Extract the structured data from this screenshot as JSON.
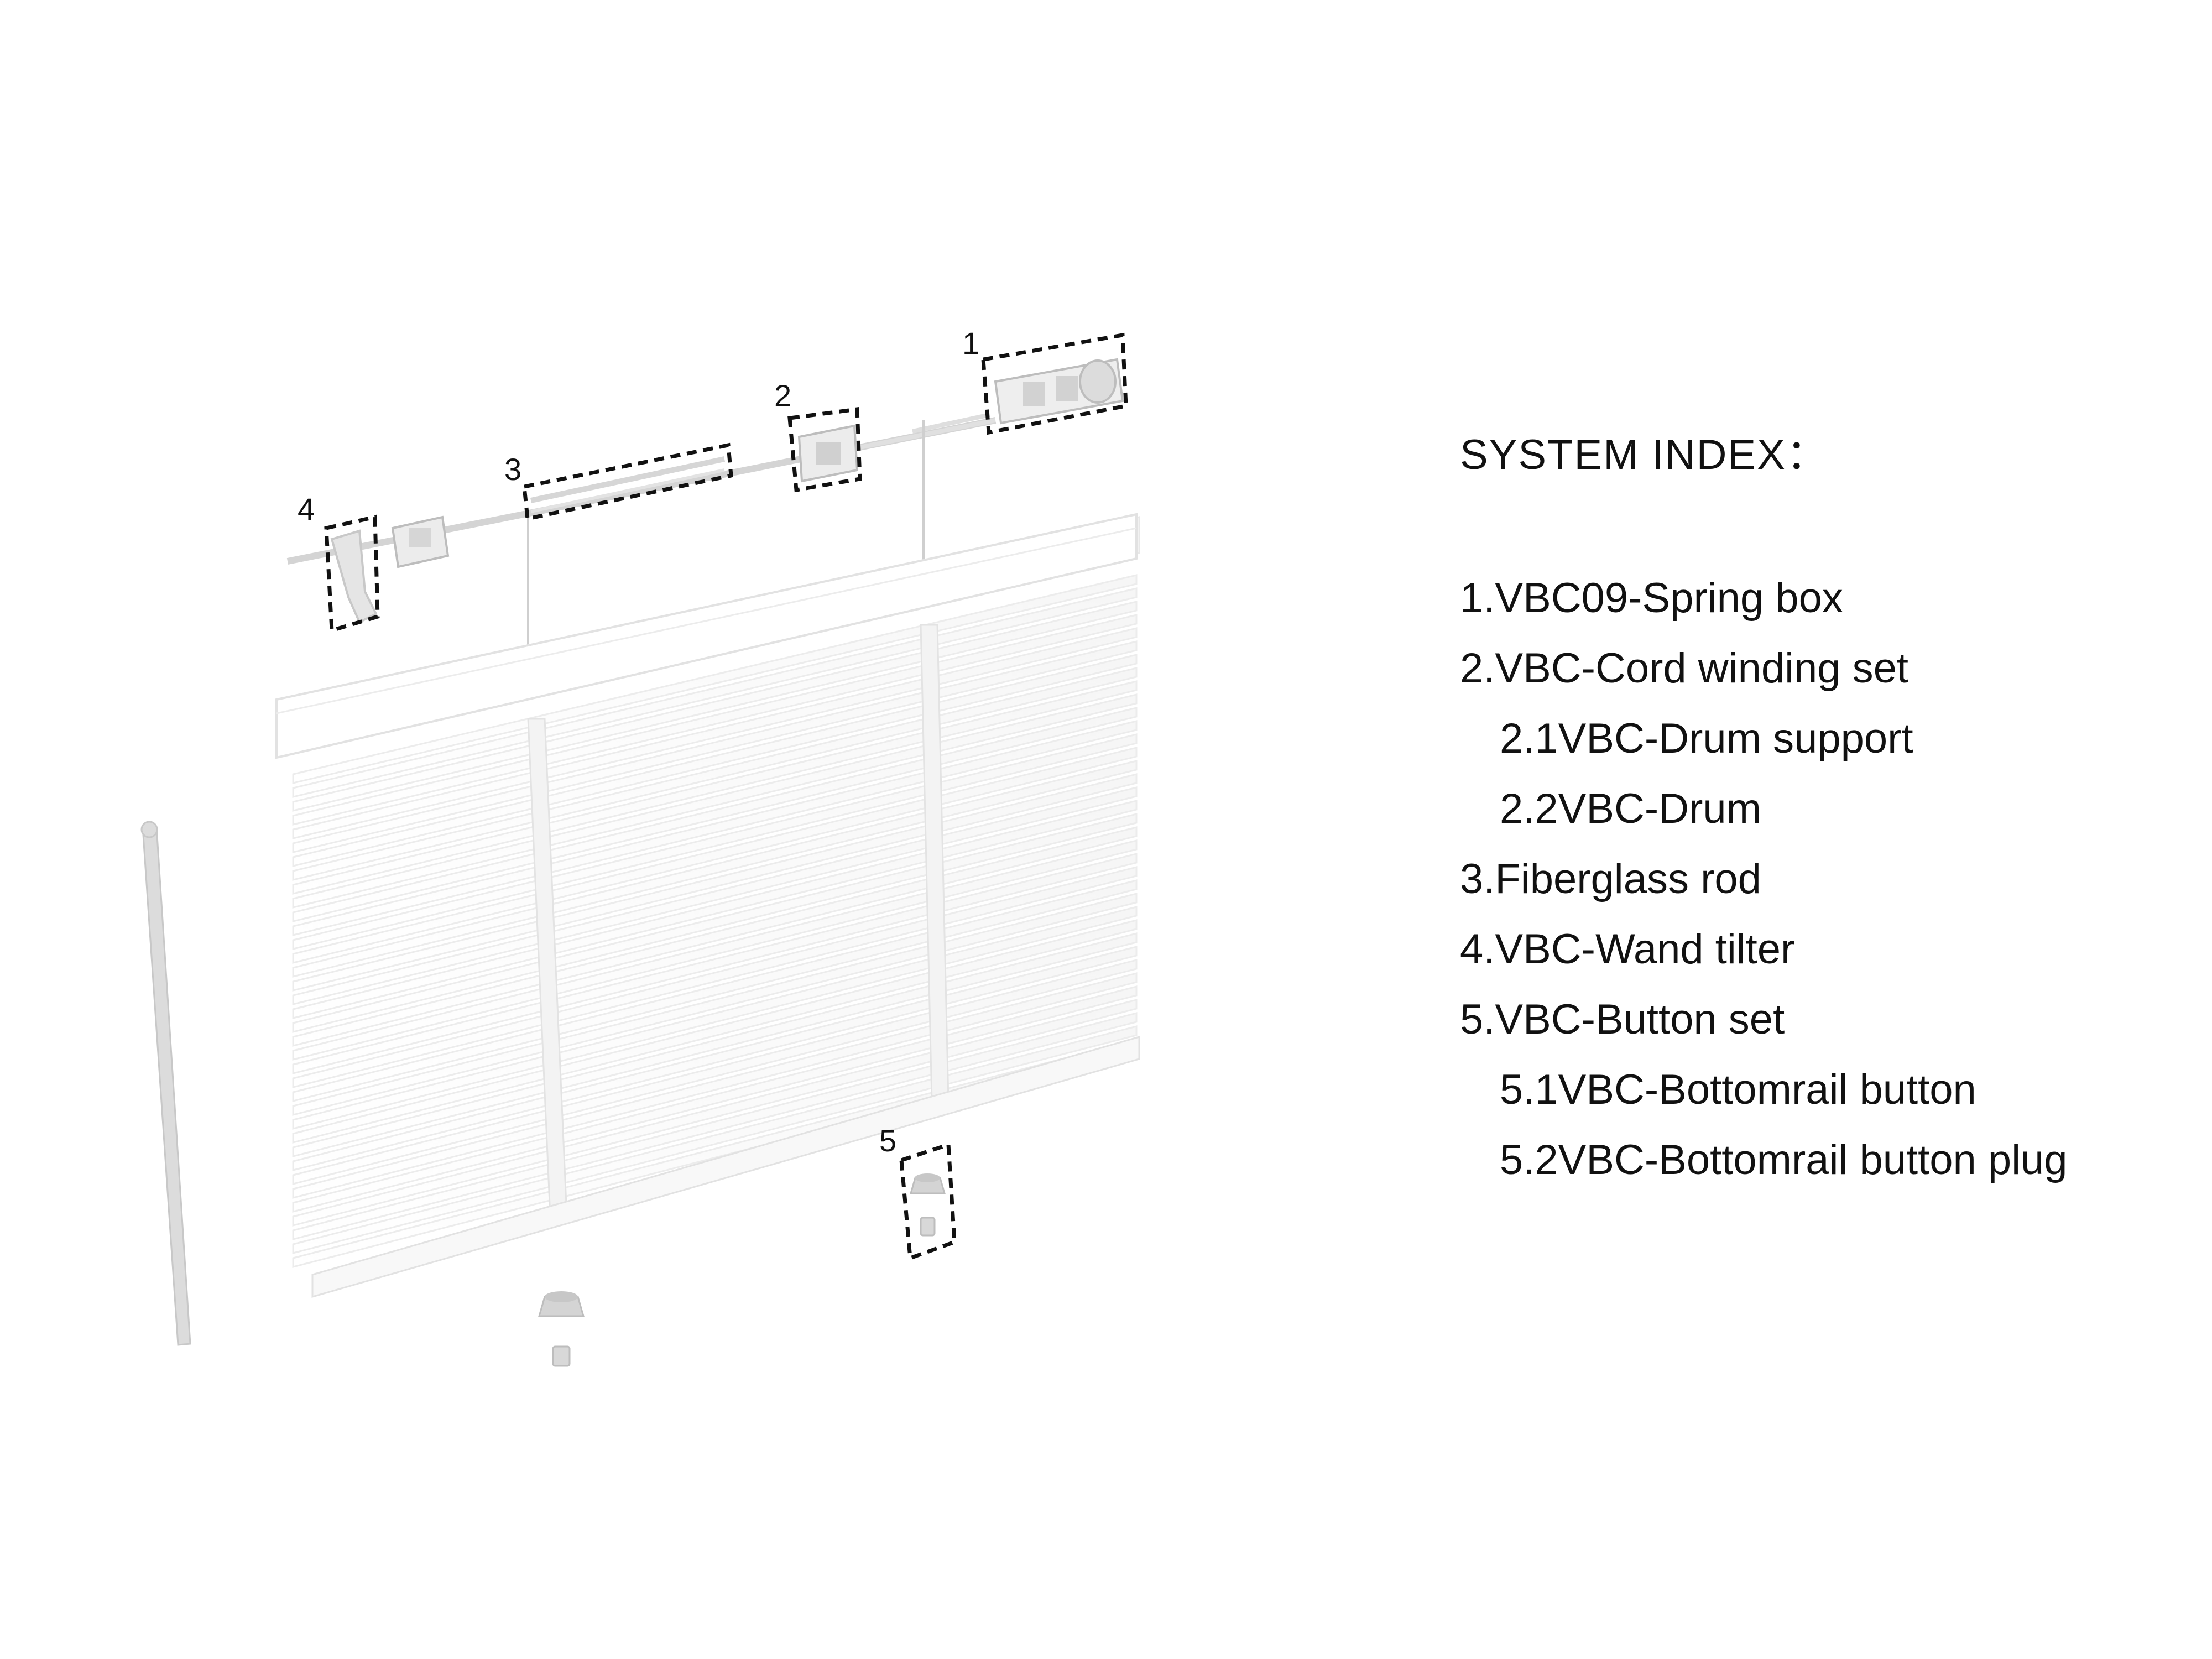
{
  "title": "SYSTEM INDEX：",
  "items": [
    {
      "text": "1.VBC09-Spring box",
      "level": 0
    },
    {
      "text": "2.VBC-Cord winding set",
      "level": 0
    },
    {
      "text": "2.1VBC-Drum support",
      "level": 1
    },
    {
      "text": "2.2VBC-Drum",
      "level": 1
    },
    {
      "text": "3.Fiberglass rod",
      "level": 0
    },
    {
      "text": "4.VBC-Wand tilter",
      "level": 0
    },
    {
      "text": "5.VBC-Button set",
      "level": 0
    },
    {
      "text": "5.1VBC-Bottomrail button",
      "level": 1
    },
    {
      "text": "5.2VBC-Bottomrail button plug",
      "level": 1
    }
  ],
  "callouts": [
    "1",
    "2",
    "3",
    "4",
    "5"
  ],
  "colors": {
    "text": "#111111",
    "blind_fill": "#ffffff",
    "blind_edge": "#e6e6e6",
    "component_gray": "#d9d9d9",
    "wand_gray": "#dcdcdc"
  }
}
